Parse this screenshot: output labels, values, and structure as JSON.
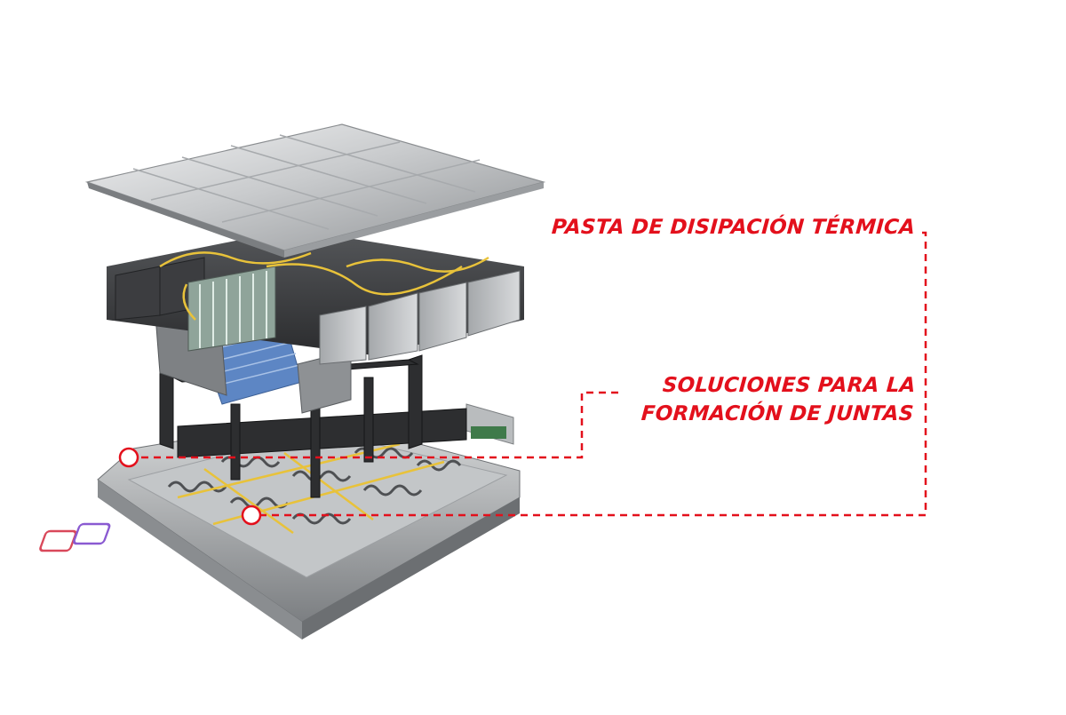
{
  "callouts": {
    "thermal_paste": {
      "label": "PASTA DE DISIPACIÓN TÉRMICA"
    },
    "gasket_solutions": {
      "label_line1": "SOLUCIONES PARA LA",
      "label_line2": "FORMACIÓN DE JUNTAS"
    }
  },
  "colors": {
    "accent": "#e3101c",
    "background": "#ffffff",
    "metal_light": "#d9dbdc",
    "metal_dark": "#5b5d60",
    "cell_dark": "#3a3b3d",
    "wire_yellow": "#e8c23a",
    "cooling_blue": "#5d86c4"
  }
}
